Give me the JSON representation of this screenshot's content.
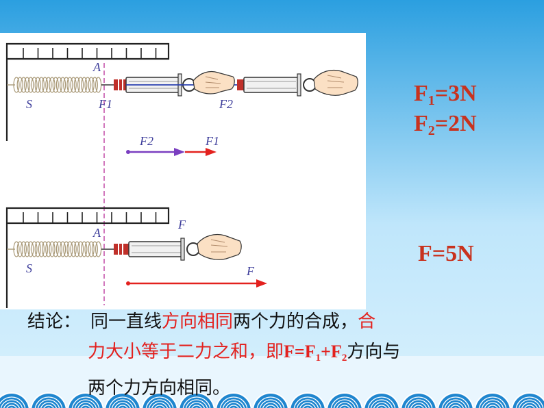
{
  "given": {
    "f1": {
      "sym": "F",
      "sub": "1",
      "val": "=3N"
    },
    "f2": {
      "sym": "F",
      "sub": "2",
      "val": "=2N"
    },
    "f": {
      "text": "F=5N"
    }
  },
  "diagram": {
    "top": {
      "point": "A",
      "spring": "S",
      "f1": "F1",
      "f2": "F2",
      "arrow_f2": "F2",
      "arrow_f1": "F1"
    },
    "bottom": {
      "point": "A",
      "spring": "S",
      "f_top": "F",
      "arrow_f": "F"
    }
  },
  "conclusion": {
    "p1": "结论：",
    "p2": "同一直线",
    "p3": "方向相同",
    "p4": "两个力的合成，",
    "p5": "合",
    "p6": "力大小等于二力之和，即",
    "p7": "F=F",
    "p8": "1",
    "p9": "+F",
    "p10": "2",
    "p11": "方向与",
    "p12": "两个力方向相同。"
  },
  "colors": {
    "sky": "#3aa8e6",
    "white_panel": "#ffffff",
    "force_red": "#c8321e",
    "text_red": "#e3211e",
    "arrow_purple": "#7a3ec0",
    "wave": "#1f86cf"
  }
}
